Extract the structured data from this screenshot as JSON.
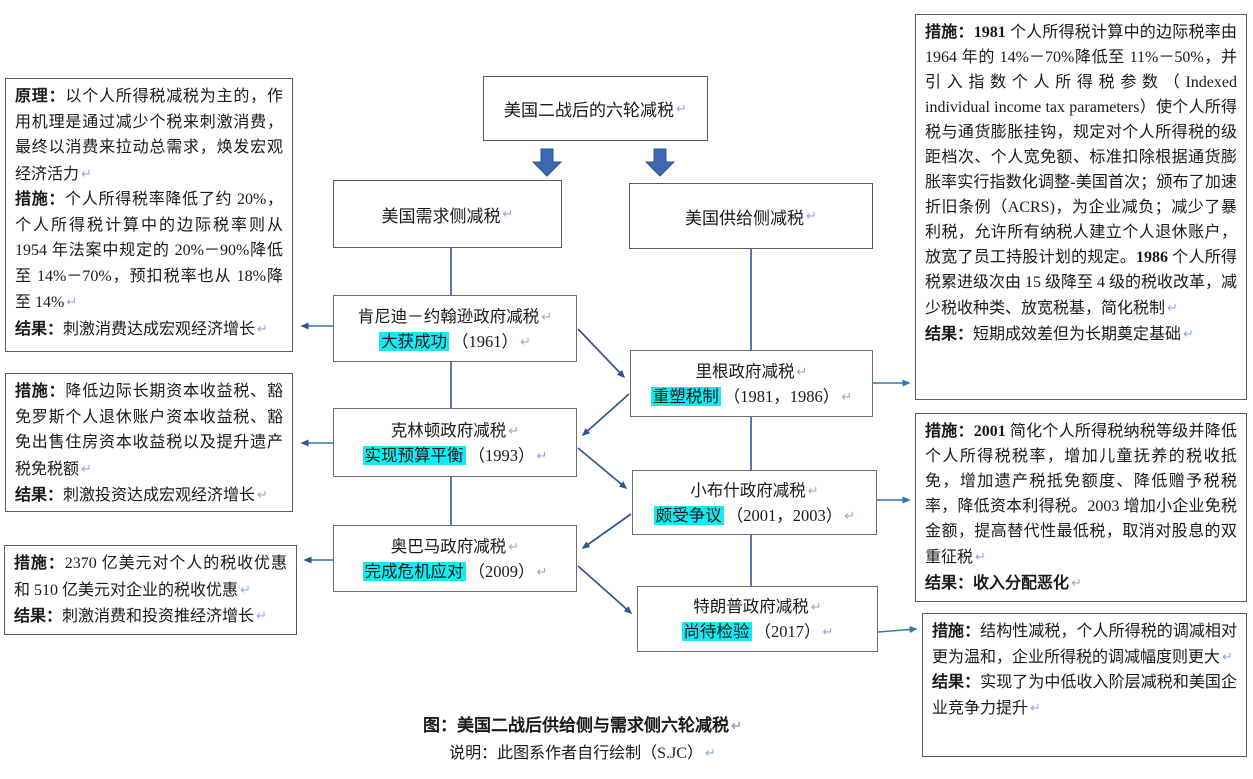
{
  "ret": "↵",
  "colors": {
    "highlight": "#16e9f2",
    "connector_line": "#2e5b9f",
    "arrow_dark": "#2f5597",
    "arrow_mid": "#2e75b6",
    "block_arrow": "#3c68b2",
    "return_mark": "#8faadc",
    "box_border": "#5b5b5b"
  },
  "title_box": {
    "label": "美国二战后的六轮减税"
  },
  "branches": {
    "demand": "美国需求侧减税",
    "supply": "美国供给侧减税"
  },
  "gov": {
    "kennedy": {
      "line1": "肯尼迪－约翰逊政府减税",
      "highlight": "大获成功",
      "year": "（1961）"
    },
    "clinton": {
      "line1": "克林顿政府减税",
      "highlight": "实现预算平衡",
      "year": "（1993）"
    },
    "obama": {
      "line1": "奥巴马政府减税",
      "highlight": "完成危机应对",
      "year": "（2009）"
    },
    "reagan": {
      "line1": "里根政府减税",
      "highlight": "重塑税制",
      "year": "（1981，1986）"
    },
    "bush": {
      "line1": "小布什政府减税",
      "highlight": "颇受争议",
      "year": "（2001，2003）"
    },
    "trump": {
      "line1": "特朗普政府减税",
      "highlight": "尚待检验",
      "year": "（2017）"
    }
  },
  "details": {
    "left_top": {
      "segments": [
        {
          "t": "原理：",
          "b": true
        },
        {
          "t": "以个人所得税减税为主的，作用机理是通过减少个税来刺激消费，最终以消费来拉动总需求，焕发宏观经济活力"
        },
        {
          "t": "↵",
          "r": true
        },
        {
          "br": true
        },
        {
          "t": "措施：",
          "b": true
        },
        {
          "t": "个人所得税率降低了约 20%，个人所得税计算中的边际税率则从 1954 年法案中规定的 20%－90%降低至 14%－70%，预扣税率也从 18%降至 14%"
        },
        {
          "t": "↵",
          "r": true
        },
        {
          "br": true
        },
        {
          "t": "结果：",
          "b": true
        },
        {
          "t": "刺激消费达成宏观经济增长"
        },
        {
          "t": "↵",
          "r": true
        }
      ]
    },
    "left_mid": {
      "segments": [
        {
          "t": "措施：",
          "b": true
        },
        {
          "t": "降低边际长期资本收益税、豁免罗斯个人退休账户资本收益税、豁免出售住房资本收益税以及提升遗产税免税额"
        },
        {
          "t": "↵",
          "r": true
        },
        {
          "br": true
        },
        {
          "t": "结果：",
          "b": true
        },
        {
          "t": "刺激投资达成宏观经济增长"
        },
        {
          "t": "↵",
          "r": true
        }
      ]
    },
    "left_bottom": {
      "segments": [
        {
          "t": "措施：",
          "b": true
        },
        {
          "t": "2370 亿美元对个人的税收优惠和 510 亿美元对企业的税收优惠"
        },
        {
          "t": "↵",
          "r": true
        },
        {
          "br": true
        },
        {
          "t": "结果：",
          "b": true
        },
        {
          "t": "刺激消费和投资推经济增长"
        },
        {
          "t": "↵",
          "r": true
        }
      ]
    },
    "right_top": {
      "segments": [
        {
          "t": "措施：1981 ",
          "b": true
        },
        {
          "t": "个人所得税计算中的边际税率由 1964 年的 14%－70%降低至 11%－50%，并引入指数个人所得税参数（Indexed individual income tax parameters）使个人所得税与通货膨胀挂钩，规定对个人所得税的级距档次、个人宽免额、标准扣除根据通货膨胀率实行指数化调整-美国首次；颁布了加速折旧条例（ACRS)，为企业减负；减少了暴利税，允许所有纳税人建立个人退休账户，放宽了员工持股计划的规定。"
        },
        {
          "t": "1986 ",
          "b": true
        },
        {
          "t": "个人所得税累进级次由 15 级降至 4 级的税收改革，减少税收种类、放宽税基，简化税制"
        },
        {
          "t": "↵",
          "r": true
        },
        {
          "br": true
        },
        {
          "t": "结果：",
          "b": true
        },
        {
          "t": "短期成效差但为长期奠定基础"
        },
        {
          "t": "↵",
          "r": true
        }
      ]
    },
    "right_mid": {
      "segments": [
        {
          "t": "措施：2001 ",
          "b": true
        },
        {
          "t": "简化个人所得税纳税等级并降低个人所得税税率，增加儿童抚养的税收抵免，增加遗产税抵免额度、降低赠予税税率，降低资本利得税。2003 增加小企业免税金额，提高替代性最低税，取消对股息的双重征税"
        },
        {
          "t": "↵",
          "r": true
        },
        {
          "br": true
        },
        {
          "t": "结果：收入分配恶化",
          "b": true
        },
        {
          "t": "↵",
          "r": true
        }
      ]
    },
    "right_bottom": {
      "segments": [
        {
          "t": "措施：",
          "b": true
        },
        {
          "t": "结构性减税，个人所得税的调减相对更为温和，企业所得税的调减幅度则更大"
        },
        {
          "t": "↵",
          "r": true
        },
        {
          "br": true
        },
        {
          "t": "结果：",
          "b": true
        },
        {
          "t": "实现了为中低收入阶层减税和美国企业竞争力提升"
        },
        {
          "t": "↵",
          "r": true
        }
      ]
    }
  },
  "caption": {
    "line1": "图：美国二战后供给侧与需求侧六轮减税",
    "line2": "说明：此图系作者自行绘制（S.JC）"
  }
}
